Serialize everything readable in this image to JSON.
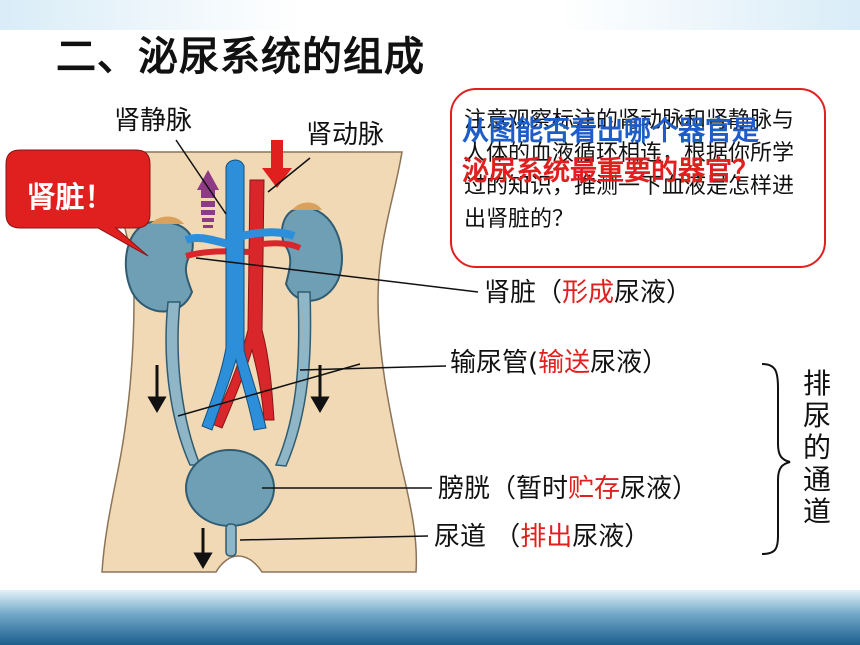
{
  "title": "二、泌尿系统的组成",
  "callout": "肾脏！",
  "labels": {
    "renal_vein": "肾静脉",
    "renal_artery": "肾动脉"
  },
  "organs": [
    {
      "name_pre": "肾脏（",
      "func_red": "形成",
      "func_post": "尿液）"
    },
    {
      "name_pre": "输尿管(",
      "func_red": "输送",
      "func_post": "尿液）"
    },
    {
      "name_pre": "膀胱（暂时",
      "func_red": "贮存",
      "func_post": "尿液）"
    },
    {
      "name_pre": "尿道 （",
      "func_red": "排出",
      "func_post": "尿液）"
    }
  ],
  "note": "注意观察标注的肾动脉和肾静脉与人体的血液循环相连，根据你所学过的知识，推测一下血液是怎样进出肾脏的？",
  "question_lines": [
    "从图能否看出哪个器官是",
    "泌尿系统最重要的器官？"
  ],
  "bracket_label": [
    "排",
    "尿",
    "的",
    "通",
    "道"
  ],
  "colors": {
    "accent_red": "#e0201e",
    "question_blue": "#1e5cc8",
    "kidney": "#6f9fb5",
    "skin": "#f1d9b5"
  }
}
